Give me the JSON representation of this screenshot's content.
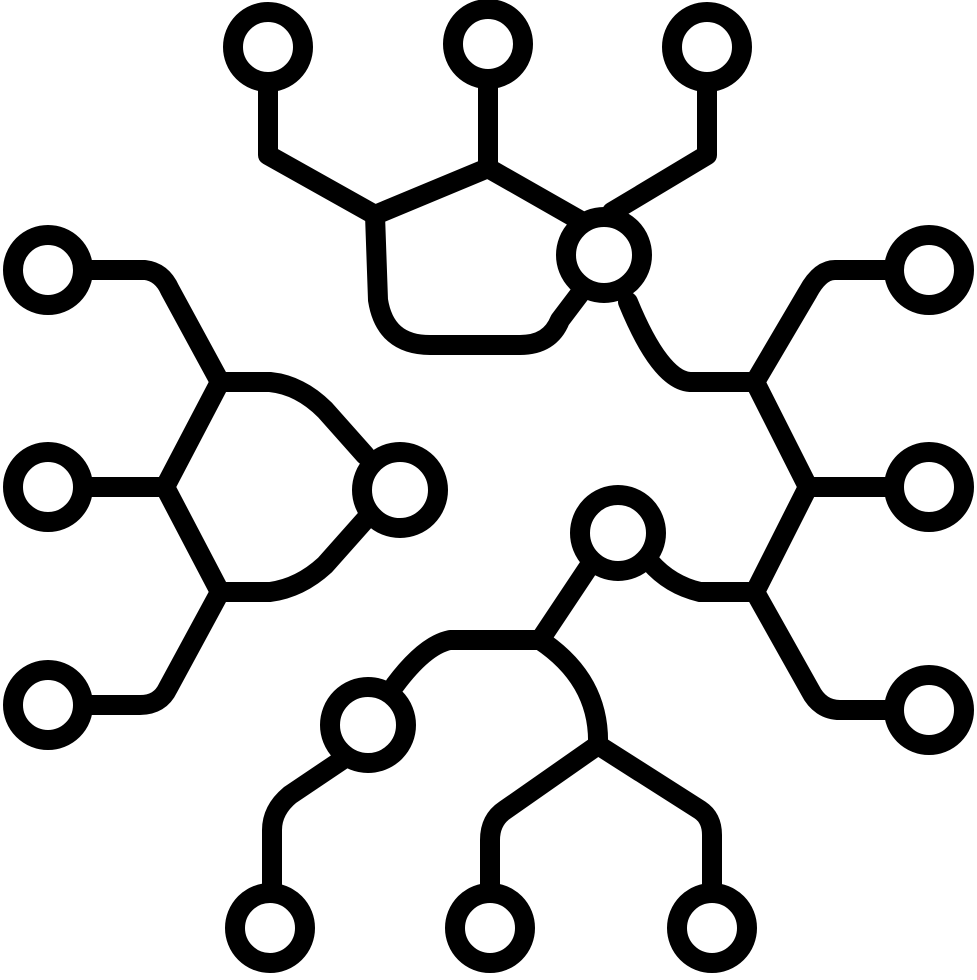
{
  "icon": {
    "name": "network-nodes-icon",
    "description_free": true,
    "stroke_color": "#000000",
    "fill_color": "#ffffff"
  },
  "clusters": [
    {
      "name": "top-cluster",
      "leaf_count": 3
    },
    {
      "name": "left-cluster",
      "leaf_count": 3
    },
    {
      "name": "right-cluster",
      "leaf_count": 3
    },
    {
      "name": "bottom-cluster",
      "leaf_count": 3
    }
  ]
}
